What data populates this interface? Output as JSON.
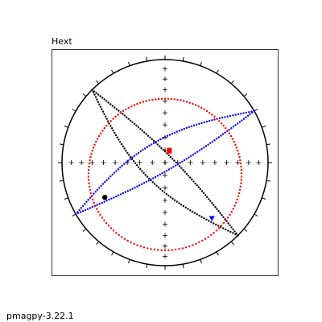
{
  "chart_data": {
    "type": "equal-area stereonet",
    "title": "Hext",
    "primitive": "circle",
    "tick_spacing_deg": 10,
    "cross_marks": "every 10 degrees along N-S and E-W axes",
    "ellipses": [
      {
        "name": "",
        "color": "#000000",
        "marker": "dot",
        "great_circle_endpoints": [
          {
            "dec": 315,
            "inc": 0
          },
          {
            "dec": 135,
            "inc": 0
          }
        ],
        "shape": "narrow confidence ellipse, NW-SE elongated"
      },
      {
        "name": "",
        "color": "#0000ff",
        "marker": "dot",
        "great_circle_endpoints": [
          {
            "dec": 60,
            "inc": 0
          },
          {
            "dec": 240,
            "inc": 0
          }
        ],
        "shape": "narrow confidence ellipse, NE-SW elongated"
      },
      {
        "name": "",
        "color": "#ff0000",
        "marker": "dot",
        "center": {
          "dec": 180,
          "inc": 79
        },
        "radius_deg": 63
      }
    ],
    "principal_axes": [
      {
        "marker": "square",
        "color": "#ff0000",
        "dec": 20,
        "inc": 80
      },
      {
        "marker": "circle",
        "color": "#000000",
        "dec": 240,
        "inc": 33
      },
      {
        "marker": "triangle-down",
        "color": "#0000ff",
        "dec": 140,
        "inc": 30
      }
    ]
  },
  "footer": "pmagpy-3.22.1"
}
